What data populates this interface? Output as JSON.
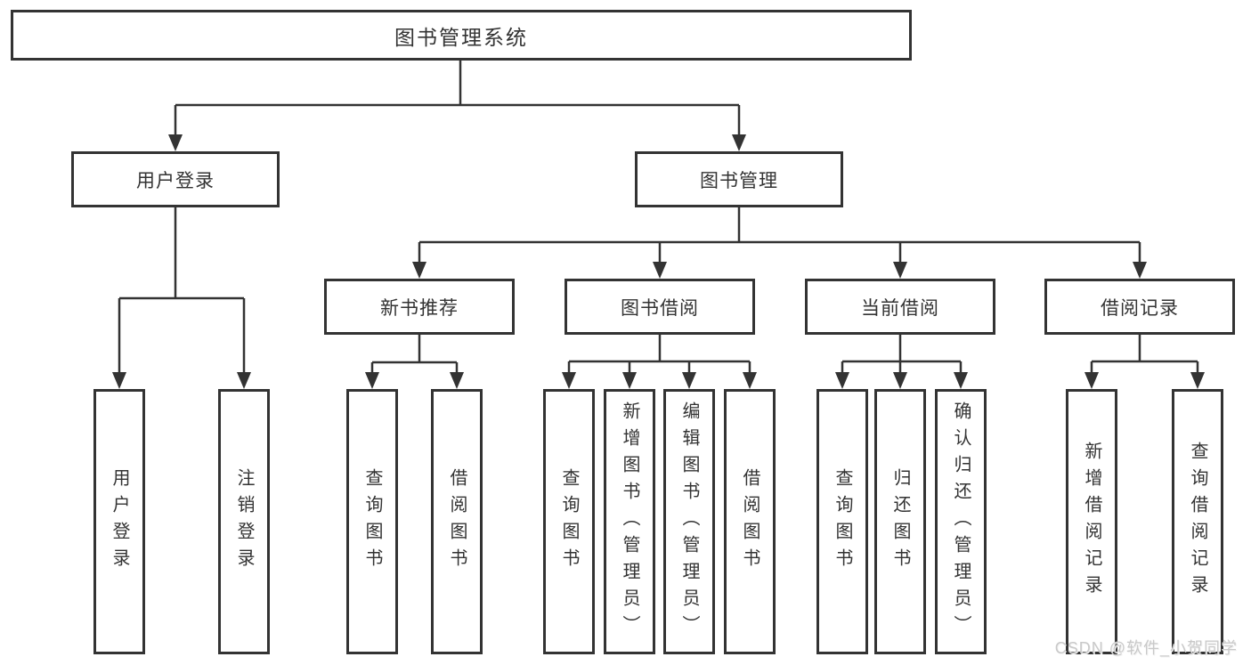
{
  "diagram": {
    "root": {
      "label": "图书管理系统"
    },
    "branches": [
      {
        "label": "用户登录",
        "leaves": [
          {
            "label": "用户登录"
          },
          {
            "label": "注销登录"
          }
        ]
      },
      {
        "label": "图书管理",
        "groups": [
          {
            "label": "新书推荐",
            "leaves": [
              {
                "label": "查询图书"
              },
              {
                "label": "借阅图书"
              }
            ]
          },
          {
            "label": "图书借阅",
            "leaves": [
              {
                "label": "查询图书"
              },
              {
                "label": "新增图书（管理员）"
              },
              {
                "label": "编辑图书（管理员）"
              },
              {
                "label": "借阅图书"
              }
            ]
          },
          {
            "label": "当前借阅",
            "leaves": [
              {
                "label": "查询图书"
              },
              {
                "label": "归还图书"
              },
              {
                "label": "确认归还（管理员）"
              }
            ]
          },
          {
            "label": "借阅记录",
            "leaves": [
              {
                "label": "新增借阅记录"
              },
              {
                "label": "查询借阅记录"
              }
            ]
          }
        ]
      }
    ]
  },
  "watermark": {
    "text": "CSDN @软件_小贺同学"
  },
  "colors": {
    "line": "#333333",
    "text": "#333333",
    "box_background": "#ffffff",
    "watermark": "#c9c9c9"
  }
}
